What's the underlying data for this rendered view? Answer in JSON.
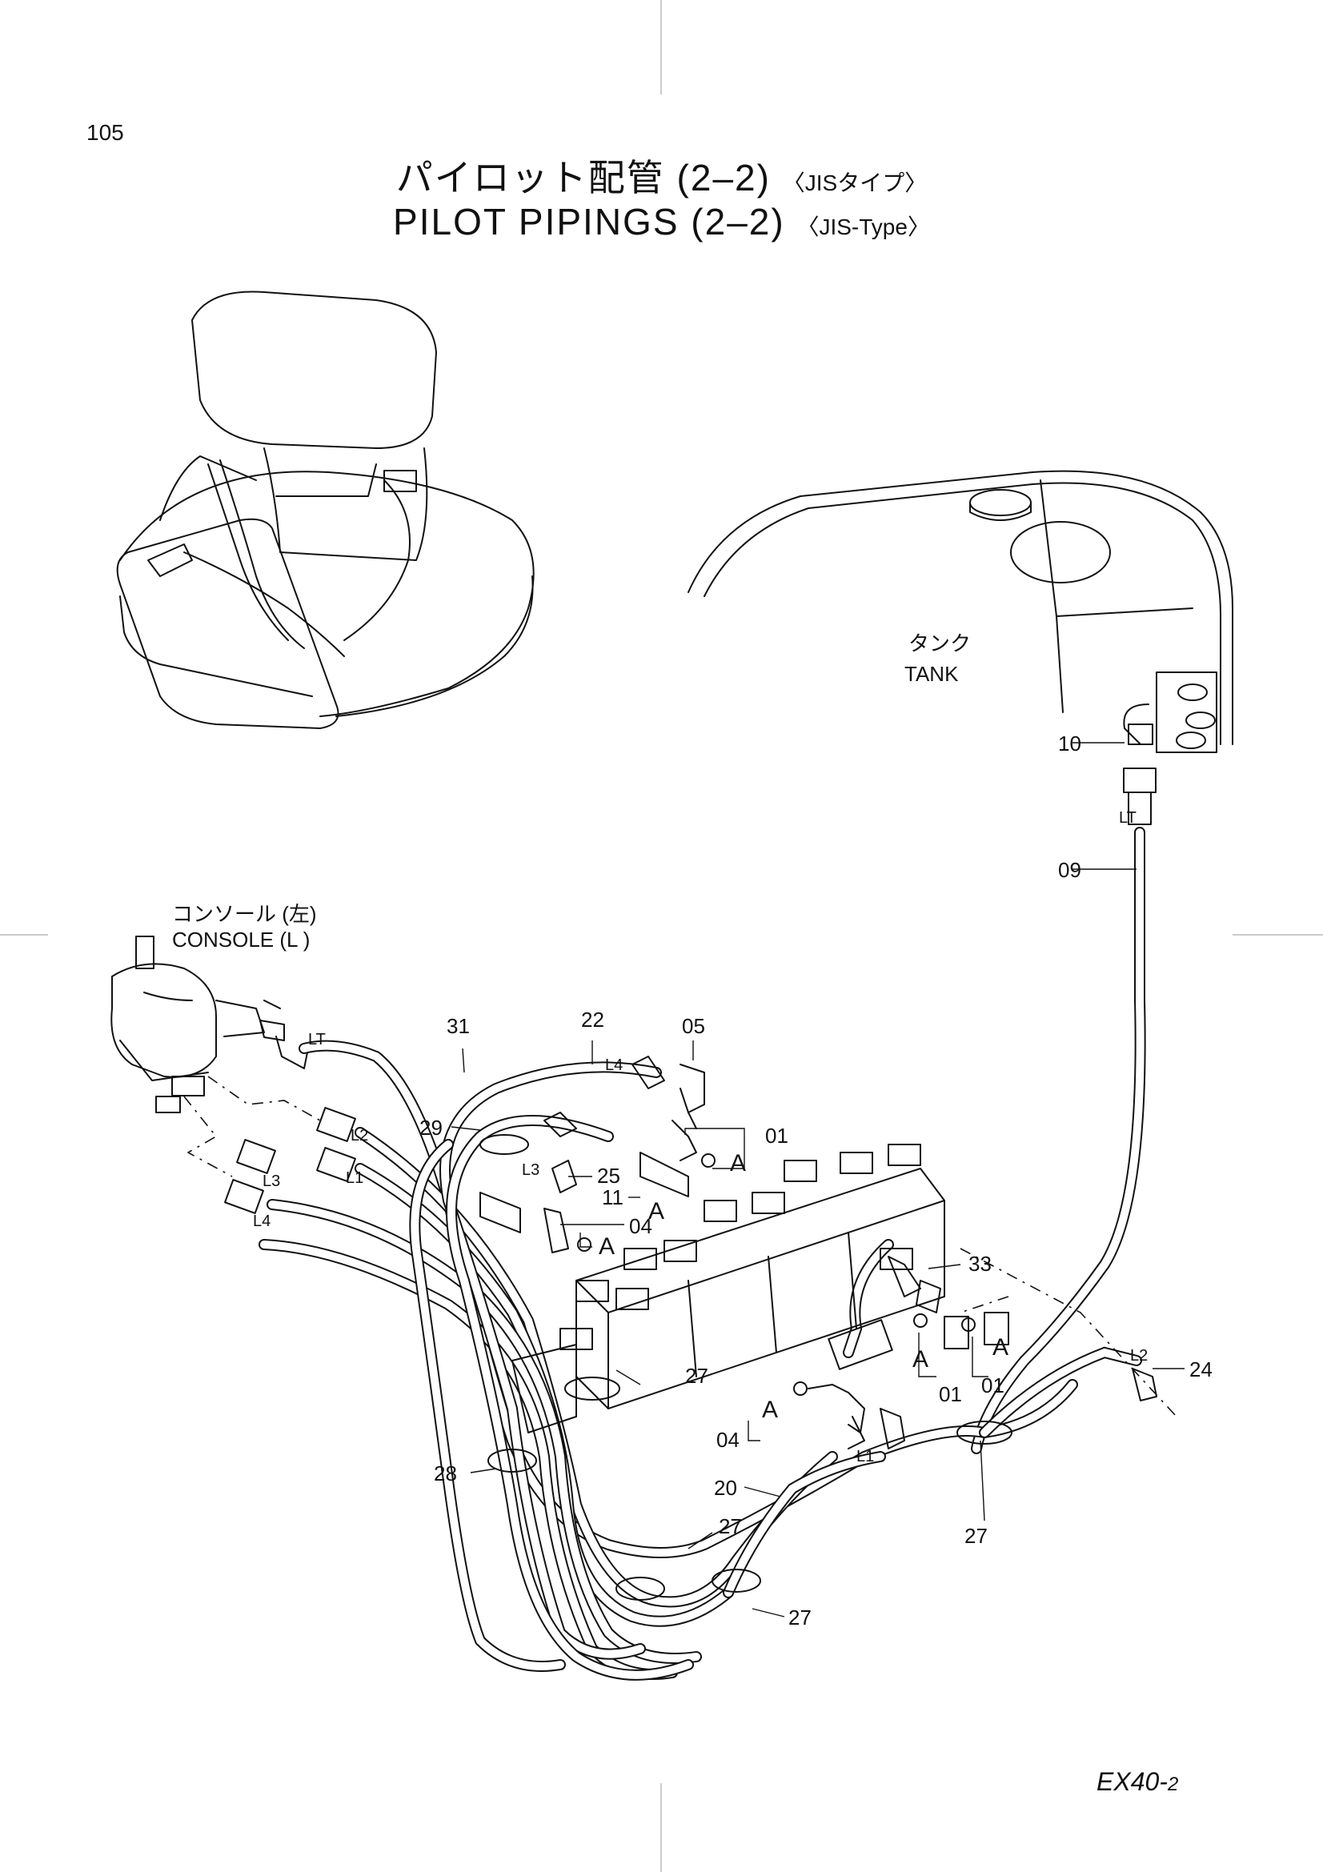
{
  "page": {
    "number": "105",
    "title_jp": "パイロット配管 (2–2)",
    "title_jp_sub": "〈JISタイプ〉",
    "title_en": "PILOT  PIPINGS  (2–2)",
    "title_en_sub": "〈JIS-Type〉",
    "model_code": "EX40-",
    "model_code_suffix": "2"
  },
  "labels": {
    "tank_jp": "タンク",
    "tank_en": "TANK",
    "console_jp": "コンソール (左)",
    "console_en": "CONSOLE  (L )"
  },
  "callouts": {
    "c10": "10",
    "c09": "09",
    "cLT_tank": "LT",
    "c31": "31",
    "c22": "22",
    "c05": "05",
    "c01_top": "01",
    "c29": "29",
    "c25": "25",
    "c11": "11",
    "c04_top": "04",
    "c33": "33",
    "c24": "24",
    "c01_r1": "01",
    "c01_r2": "01",
    "c27_mid": "27",
    "c04_bottom": "04",
    "c28": "28",
    "c20": "20",
    "c27_low": "27",
    "c27_right": "27",
    "c27_bottom": "27",
    "cLT_console": "LT",
    "cL2": "L2",
    "cL1": "L1",
    "cL3": "L3",
    "cL4": "L4",
    "cL4_top": "L4",
    "cL3_mid": "L3",
    "cL2_right": "L2",
    "cL1_bottom": "L1",
    "cA1": "A",
    "cA2": "A",
    "cA3": "A",
    "cA4": "A",
    "cA5": "A",
    "cA6": "A"
  },
  "icons": {
    "tank": "hydraulic-tank-icon",
    "console": "pilot-valve-console-icon",
    "valve": "control-valve-block-icon",
    "machine": "excavator-upperstructure-icon"
  }
}
